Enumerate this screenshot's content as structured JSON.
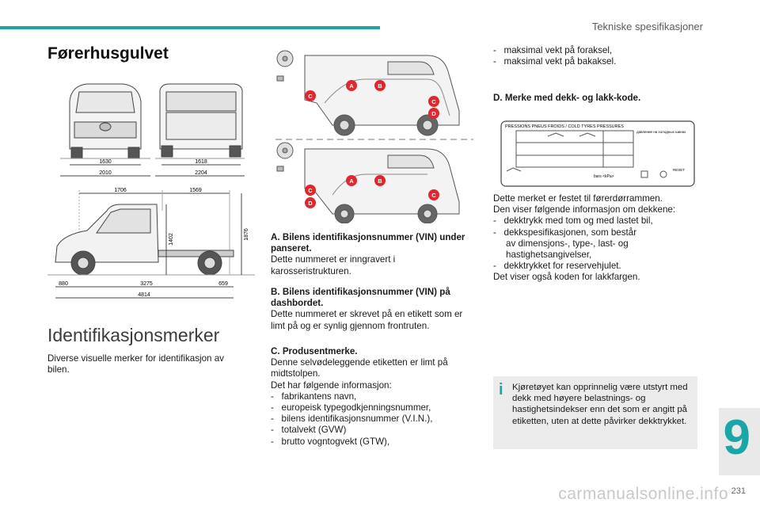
{
  "header": {
    "section_title": "Tekniske spesifikasjoner"
  },
  "chapter": {
    "number": "9"
  },
  "footer": {
    "page_number": "231",
    "watermark": "carmanualsonline.info"
  },
  "left": {
    "heading": "Førerhusgulvet",
    "dims_front": [
      "1630",
      "2010"
    ],
    "dims_rear": [
      "1618",
      "2204"
    ],
    "dims_side_top": [
      "1706",
      "1569"
    ],
    "dims_side_height": [
      "1402",
      "1876"
    ],
    "dims_side_bottom": [
      "880",
      "3275",
      "659"
    ],
    "dim_total_length": "4814",
    "section_heading": "Identifikasjonsmerker",
    "intro": "Diverse visuelle merker for identifikasjon av bilen."
  },
  "markers": {
    "a": "A",
    "b": "B",
    "c": "C",
    "d": "D"
  },
  "middle": {
    "a_title": "A. Bilens identifikasjonsnummer (VIN) under panseret.",
    "a_text": "Dette nummeret er inngravert i karosseristrukturen.",
    "b_title": "B. Bilens identifikasjonsnummer (VIN) på dashbordet.",
    "b_text": "Dette nummeret er skrevet på en etikett som er limt på og er synlig gjennom frontruten.",
    "c_title": "C. Produsentmerke.",
    "c_text": "Denne selvødeleggende etiketten er limt på midtstolpen.",
    "c_text2": "Det har følgende informasjon:",
    "c_items": [
      "fabrikantens navn,",
      "europeisk typegodkjenningsnummer,",
      "bilens identifikasjonsnummer (V.I.N.),",
      "totalvekt (GVW)",
      "brutto vogntogvekt (GTW),"
    ]
  },
  "right": {
    "items_top": [
      "maksimal vekt på foraksel,",
      "maksimal vekt på bakaksel."
    ],
    "d_title": "D. Merke med dekk- og lakk-kode.",
    "label_title": "PRESSIONS PNEUS FROIDS / COLD TYRES PRESSURES",
    "label_lang": "давление на холодных шинах",
    "label_units": "bars  <kPa>",
    "label_reset": "RESET",
    "p1": "Dette merket er festet til førerdørrammen.",
    "p2": "Den viser følgende informasjon om dekkene:",
    "items": [
      "dekktrykk med tom og med lastet bil,",
      "dekkspesifikasjonen, som består",
      "dekktrykket for reservehjulet."
    ],
    "item_cont": [
      "av dimensjons-, type-, last- og",
      "hastighetsangivelser,"
    ],
    "p3": "Det viser også koden for lakkfargen.",
    "info": "Kjøretøyet kan opprinnelig være utstyrt med dekk med høyere belastnings- og hastighetsindekser enn det som er angitt på etiketten, uten at dette påvirker dekktrykket."
  },
  "colors": {
    "accent": "#1aa6a6",
    "marker_red": "#e0262f",
    "info_bg": "#ebebeb"
  }
}
